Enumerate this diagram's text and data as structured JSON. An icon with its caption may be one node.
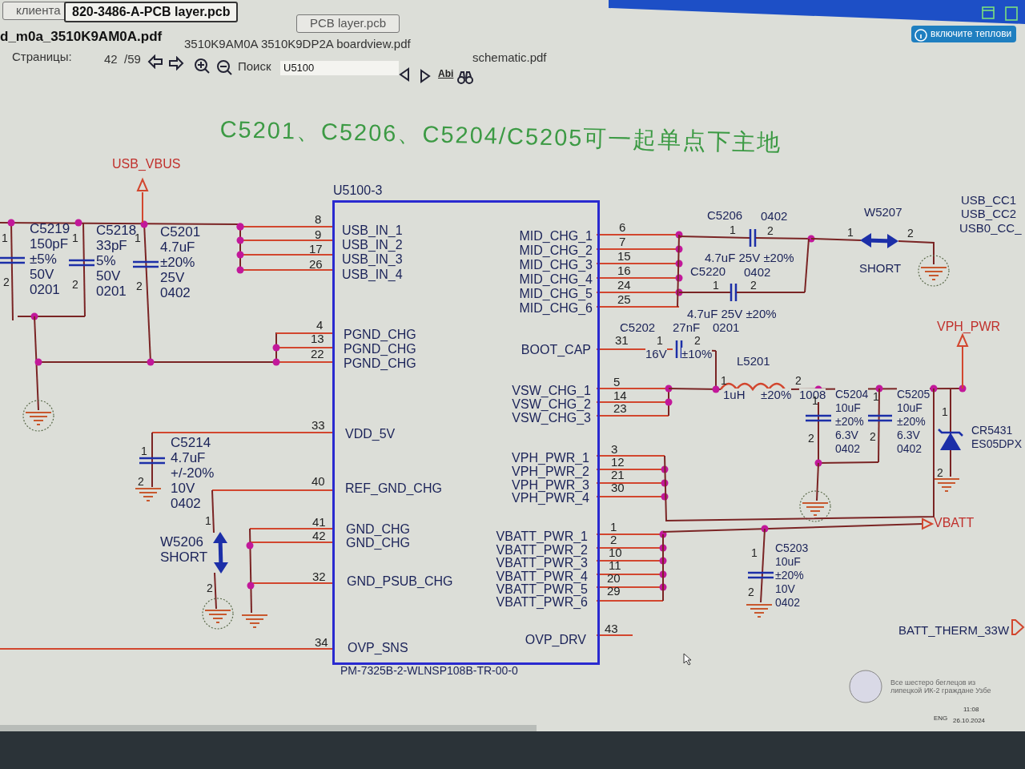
{
  "diagram": {
    "title": "C5201、C5206、C5204/C5205可一起单点下主地",
    "nodes": [
      {
        "text": [
          "U5100-3",
          "USB_IN_1",
          "USB_IN_2",
          "USB_IN_3",
          "USB_IN_4",
          "PGND_CHG",
          "PGND_CHG",
          "PGND_CHG",
          "VDD_5V",
          "REF_GND_CHG",
          "GND_CHG",
          "GND_CHG",
          "GND_PSUB_CHG",
          "OVP_SNS",
          "MID_CHG_1",
          "MID_CHG_2",
          "MID_CHG_3",
          "MID_CHG_4",
          "MID_CHG_5",
          "MID_CHG_6",
          "BOOT_CAP",
          "VSW_CHG_1",
          "VSW_CHG_2",
          "VSW_CHG_3",
          "VPH_PWR_1",
          "VPH_PWR_2",
          "VPH_PWR_3",
          "VPH_PWR_4",
          "VBATT_PWR_1",
          "VBATT_PWR_2",
          "VBATT_PWR_3",
          "VBATT_PWR_4",
          "VBATT_PWR_5",
          "VBATT_PWR_6",
          "OVP_DRV",
          "PM-7325B-2-WLNSP108B-TR-00-0"
        ]
      }
    ],
    "labels": [
      "клиента",
      "820-3486-A-PCB layer.pcb",
      "PCB layer.pcb",
      "d_m0a_3510K9AM0A.pdf",
      "3510K9AM0A 3510K9DP2A boardview.pdf",
      "Страницы:",
      "42",
      "/59",
      "Поиск",
      "U5100",
      "schematic.pdf",
      "включите теплови",
      "Все шестеро беглецов из липецкой ИК-2 граждане Узбе",
      "ENG",
      "11:08",
      "26.10.2024",
      "USB_VBUS",
      "1",
      "2",
      "C5219 150pF ±5% 50V 0201",
      "1",
      "2",
      "C5218 33pF 5% 50V 0201",
      "1",
      "2",
      "C5201 4.7uF ±20% 25V 0402",
      "8",
      "9",
      "17",
      "26",
      "4",
      "13",
      "22",
      "33",
      "40",
      "41",
      "42",
      "32",
      "34",
      "C5214 4.7uF +/-20% 10V 0402",
      "1",
      "2",
      "W5206 SHORT",
      "1",
      "2",
      "6",
      "7",
      "15",
      "16",
      "24",
      "25",
      "31",
      "5",
      "14",
      "23",
      "3",
      "12",
      "21",
      "30",
      "1",
      "2",
      "10",
      "11",
      "20",
      "29",
      "43",
      "C5206",
      "0402",
      "1",
      "2",
      "4.7uF 25V ±20%",
      "C5220",
      "0402",
      "1",
      "2",
      "4.7uF 25V ±20%",
      "W5207",
      "1",
      "2",
      "SHORT",
      "USB_CC1",
      "USB_CC2",
      "USB0_CC_",
      "C5202",
      "27nF",
      "0201",
      "1",
      "2",
      "16V",
      "±10%",
      "L5201",
      "1",
      "2",
      "1uH",
      "±20%",
      "1008",
      "C5204 10uF ±20% 6.3V 0402",
      "1",
      "2",
      "C5205 10uF ±20% 6.3V 0402",
      "1",
      "2",
      "VPH_PWR",
      "CR5431 ES05DPX",
      "1",
      "2",
      "VBATT",
      "C5203 10uF ±20% 10V 0402",
      "1",
      "2",
      "BATT_THERM_33W",
      "Abi"
    ]
  }
}
